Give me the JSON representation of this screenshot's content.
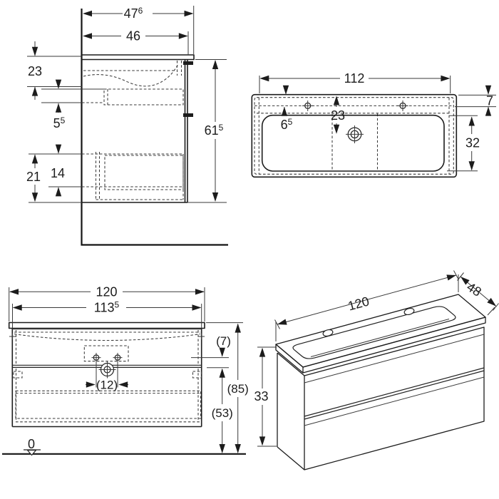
{
  "colors": {
    "line": "#1c1c1c",
    "background": "#ffffff"
  },
  "side_view": {
    "dim_overall_depth": {
      "main": "47",
      "sup": "6"
    },
    "dim_basin_depth": {
      "main": "46",
      "sup": ""
    },
    "dim_top_height": {
      "main": "23",
      "sup": ""
    },
    "dim_gap": {
      "main": "5",
      "sup": "5"
    },
    "dim_total_height": {
      "main": "61",
      "sup": "5"
    },
    "dim_drawer_inner": {
      "main": "14",
      "sup": ""
    },
    "dim_bottom_zone": {
      "main": "21",
      "sup": ""
    }
  },
  "plan_view": {
    "dim_width": {
      "main": "112",
      "sup": ""
    },
    "dim_back_edge": {
      "main": "7",
      "sup": ""
    },
    "dim_drain_offset": {
      "main": "23",
      "sup": ""
    },
    "dim_tap_offset": {
      "main": "6",
      "sup": "5"
    },
    "dim_bowl_depth": {
      "main": "32",
      "sup": ""
    }
  },
  "front_view": {
    "dim_basin_width": {
      "main": "120",
      "sup": ""
    },
    "dim_cabinet_width": {
      "main": "113",
      "sup": "5"
    },
    "dim_apron": {
      "main": "(7)",
      "sup": ""
    },
    "dim_supply_spacing": {
      "main": "(12)",
      "sup": ""
    },
    "dim_mount_height": {
      "main": "(85)",
      "sup": ""
    },
    "dim_clearance": {
      "main": "(53)",
      "sup": ""
    },
    "datum_zero": {
      "main": "0",
      "sup": ""
    }
  },
  "perspective_view": {
    "dim_width": {
      "main": "120",
      "sup": ""
    },
    "dim_depth": {
      "main": "48",
      "sup": ""
    },
    "dim_height": {
      "main": "33",
      "sup": ""
    }
  }
}
